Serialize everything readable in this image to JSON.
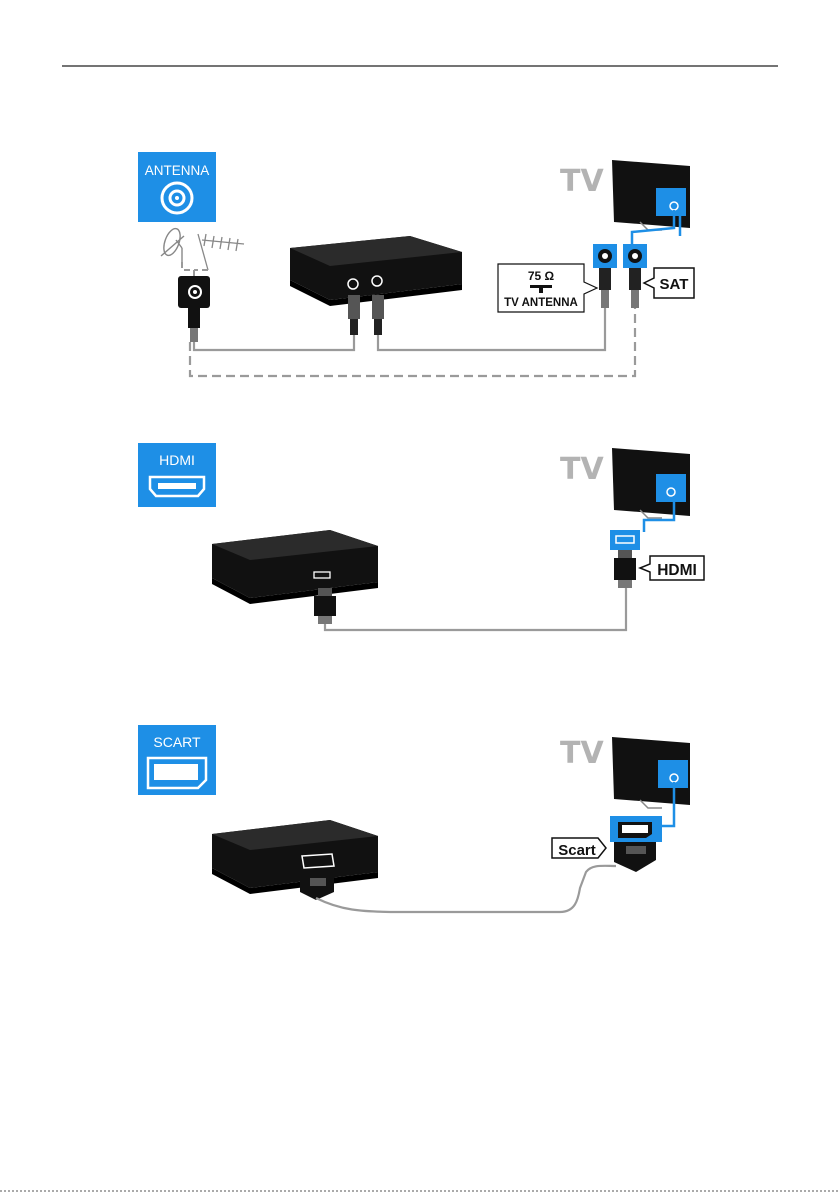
{
  "diagrams": {
    "antenna": {
      "badge_label": "ANTENNA",
      "tv_label": "TV",
      "port_75_label": "75 Ω",
      "port_antenna_label": "TV ANTENNA",
      "sat_label": "SAT"
    },
    "hdmi": {
      "badge_label": "HDMI",
      "tv_label": "TV",
      "port_label": "HDMI"
    },
    "scart": {
      "badge_label": "SCART",
      "tv_label": "TV",
      "port_label": "Scart"
    }
  },
  "colors": {
    "accent_blue": "#1e8fe6",
    "device_black": "#111111",
    "cable_grey": "#9a9a9a",
    "tv_label_grey": "#b3b3b3"
  }
}
